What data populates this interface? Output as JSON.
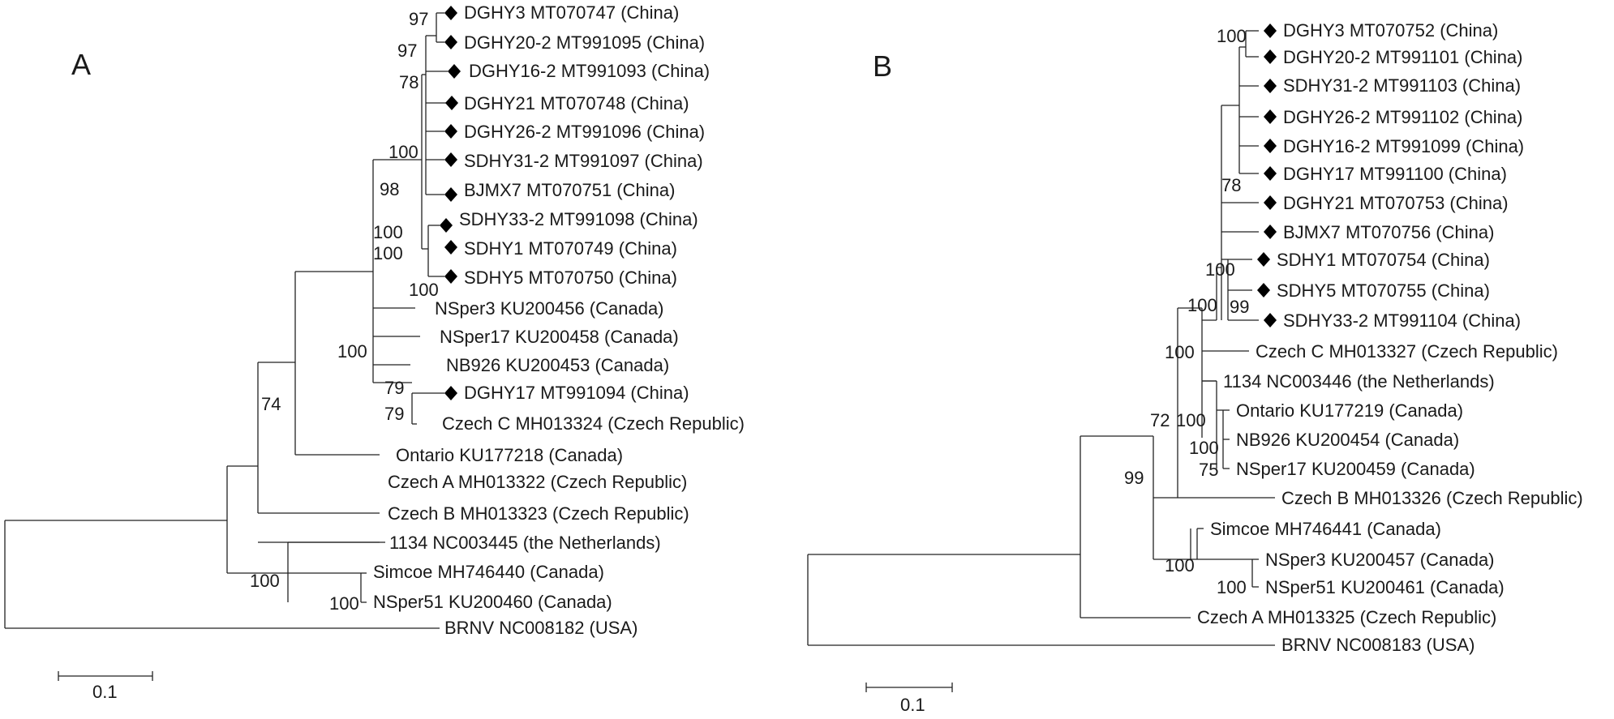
{
  "panels": [
    {
      "id": "A",
      "label": "A",
      "scale_label": "0.1",
      "leaves": [
        {
          "text": "DGHY3 MT070747 (China)",
          "marker": true
        },
        {
          "text": "DGHY20-2 MT991095 (China)",
          "marker": true
        },
        {
          "text": "DGHY16-2 MT991093 (China)",
          "marker": true
        },
        {
          "text": "DGHY21 MT070748 (China)",
          "marker": true
        },
        {
          "text": "DGHY26-2 MT991096 (China)",
          "marker": true
        },
        {
          "text": "SDHY31-2 MT991097 (China)",
          "marker": true
        },
        {
          "text": "BJMX7 MT070751 (China)",
          "marker": true
        },
        {
          "text": "SDHY33-2 MT991098 (China)",
          "marker": true
        },
        {
          "text": "SDHY1 MT070749 (China)",
          "marker": true
        },
        {
          "text": "SDHY5 MT070750 (China)",
          "marker": true
        },
        {
          "text": "NSper3 KU200456 (Canada)",
          "marker": false
        },
        {
          "text": "NSper17 KU200458 (Canada)",
          "marker": false
        },
        {
          "text": "NB926 KU200453 (Canada)",
          "marker": false
        },
        {
          "text": "DGHY17 MT991094 (China)",
          "marker": true
        },
        {
          "text": "Czech C MH013324 (Czech Republic)",
          "marker": false
        },
        {
          "text": "Ontario KU177218 (Canada)",
          "marker": false
        },
        {
          "text": "Czech A MH013322 (Czech Republic)",
          "marker": false
        },
        {
          "text": "Czech B MH013323 (Czech Republic)",
          "marker": false
        },
        {
          "text": "1134 NC003445 (the Netherlands)",
          "marker": false
        },
        {
          "text": "Simcoe MH746440 (Canada)",
          "marker": false
        },
        {
          "text": "NSper51 KU200460 (Canada)",
          "marker": false
        },
        {
          "text": "BRNV NC008182 (USA)",
          "marker": false
        }
      ],
      "bootstrap": [
        "97",
        "97",
        "78",
        "100",
        "98",
        "100",
        "100",
        "100",
        "79",
        "79",
        "100",
        "74",
        "100",
        "100"
      ]
    },
    {
      "id": "B",
      "label": "B",
      "scale_label": "0.1",
      "leaves": [
        {
          "text": "DGHY3 MT070752 (China)",
          "marker": true
        },
        {
          "text": "DGHY20-2 MT991101 (China)",
          "marker": true
        },
        {
          "text": "SDHY31-2 MT991103 (China)",
          "marker": true
        },
        {
          "text": "DGHY26-2 MT991102 (China)",
          "marker": true
        },
        {
          "text": "DGHY16-2 MT991099 (China)",
          "marker": true
        },
        {
          "text": "DGHY17 MT991100 (China)",
          "marker": true
        },
        {
          "text": "DGHY21 MT070753 (China)",
          "marker": true
        },
        {
          "text": "BJMX7 MT070756 (China)",
          "marker": true
        },
        {
          "text": "SDHY1 MT070754 (China)",
          "marker": true
        },
        {
          "text": "SDHY5 MT070755 (China)",
          "marker": true
        },
        {
          "text": "SDHY33-2 MT991104 (China)",
          "marker": true
        },
        {
          "text": "Czech C MH013327 (Czech Republic)",
          "marker": false
        },
        {
          "text": "1134 NC003446 (the Netherlands)",
          "marker": false
        },
        {
          "text": "Ontario KU177219 (Canada)",
          "marker": false
        },
        {
          "text": "NB926 KU200454 (Canada)",
          "marker": false
        },
        {
          "text": "NSper17 KU200459 (Canada)",
          "marker": false
        },
        {
          "text": "Czech B MH013326 (Czech Republic)",
          "marker": false
        },
        {
          "text": "Simcoe MH746441 (Canada)",
          "marker": false
        },
        {
          "text": "NSper3 KU200457 (Canada)",
          "marker": false
        },
        {
          "text": "NSper51 KU200461 (Canada)",
          "marker": false
        },
        {
          "text": "Czech A MH013325 (Czech Republic)",
          "marker": false
        },
        {
          "text": "BRNV NC008183 (USA)",
          "marker": false
        }
      ],
      "bootstrap": [
        "100",
        "78",
        "100",
        "99",
        "100",
        "100",
        "72",
        "100",
        "100",
        "75",
        "99",
        "100",
        "100"
      ]
    }
  ]
}
